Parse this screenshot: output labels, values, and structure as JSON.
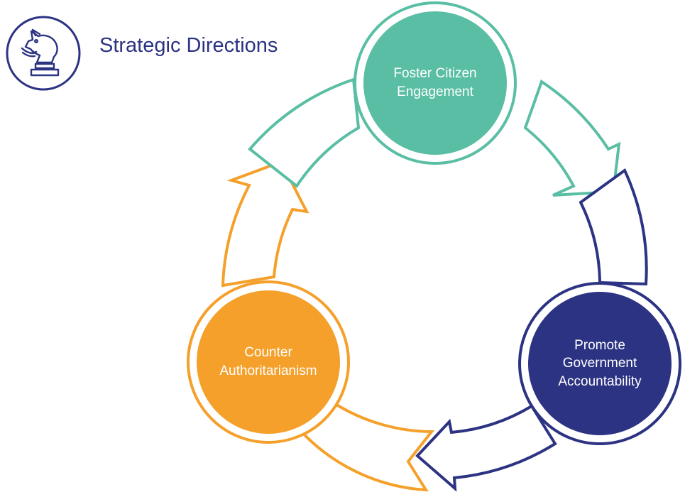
{
  "header": {
    "title": "Strategic Directions",
    "icon": "chess-knight-icon"
  },
  "colors": {
    "navy": "#2c3382",
    "teal": "#5abea5",
    "orange": "#f5a02b",
    "white": "#ffffff"
  },
  "cycle": {
    "nodes": [
      {
        "label": "Foster Citizen\nEngagement",
        "color": "#5abea5"
      },
      {
        "label": "Promote\nGovernment\nAccountability",
        "color": "#2c3382"
      },
      {
        "label": "Counter\nAuthoritarianism",
        "color": "#f5a02b"
      }
    ],
    "arrows": [
      {
        "from": "Foster Citizen Engagement",
        "to": "Promote Government Accountability",
        "color": "#5abea5"
      },
      {
        "from": "Promote Government Accountability",
        "to": "Counter Authoritarianism",
        "color": "#2c3382"
      },
      {
        "from": "Counter Authoritarianism",
        "to": "Foster Citizen Engagement",
        "color": "#f5a02b"
      }
    ]
  }
}
